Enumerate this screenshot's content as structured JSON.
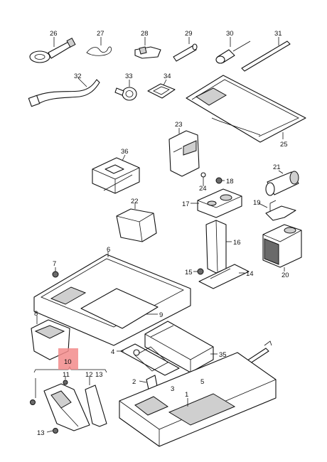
{
  "callouts": {
    "c1": "1",
    "c2": "2",
    "c3": "3",
    "c4": "4",
    "c5": "5",
    "c6": "6",
    "c7": "7",
    "c8": "8",
    "c9": "9",
    "c10": "10",
    "c11": "11",
    "c12": "12",
    "c13": "13",
    "c14": "14",
    "c15": "15",
    "c16": "16",
    "c17": "17",
    "c18": "18",
    "c19": "19",
    "c20": "20",
    "c21": "21",
    "c22": "22",
    "c23": "23",
    "c24": "24",
    "c25": "25",
    "c26": "26",
    "c27": "27",
    "c28": "28",
    "c29": "29",
    "c30": "30",
    "c31": "31",
    "c32": "32",
    "c33": "33",
    "c34": "34",
    "c35": "35",
    "c36": "36"
  },
  "highlighted_callout": "10",
  "colors": {
    "highlight": "#f28b8b",
    "line": "#111111",
    "shade": "#cfcfcf"
  }
}
